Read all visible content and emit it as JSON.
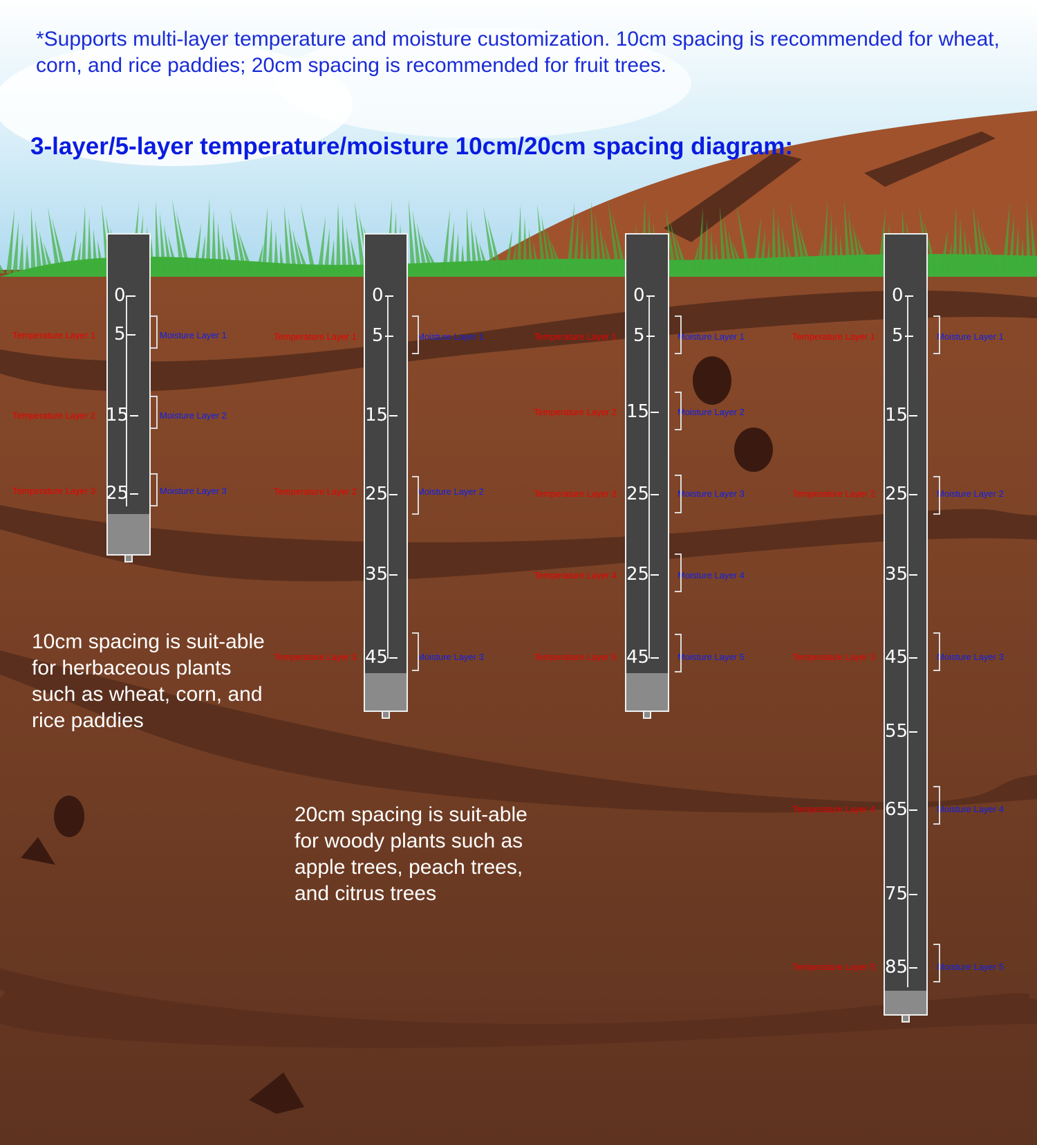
{
  "note": "*Supports multi-layer temperature and moisture customization. 10cm spacing is recommended for wheat, corn, and rice paddies; 20cm spacing is recommended for fruit trees.",
  "heading": "3-layer/5-layer temperature/moisture 10cm/20cm spacing diagram:",
  "desc_10cm": "10cm spacing is suit-able for herbaceous plants such as wheat, corn, and rice paddies",
  "desc_20cm": "20cm spacing is suit-able for woody plants such as apple trees, peach trees, and citrus trees",
  "colors": {
    "heading": "#0a1ce0",
    "note": "#1a2bd6",
    "temperature_label": "#e80000",
    "moisture_label": "#1020e8",
    "soil": "#7a4127",
    "grass": "#3fae3a"
  },
  "probes": [
    {
      "ticks": [
        "0",
        "5",
        "15",
        "25"
      ],
      "temperature_layers": [
        "Temperature Layer 1",
        "Temperature Layer 2",
        "Temperature Layer 3"
      ],
      "moisture_layers": [
        "Moisture Layer 1",
        "Moisture Layer 2",
        "Moisture Layer 3"
      ]
    },
    {
      "ticks": [
        "0",
        "5",
        "15",
        "25",
        "35",
        "45"
      ],
      "temperature_layers": [
        "Temperature Layer 1",
        "Temperature Layer 2",
        "Temperature Layer 3"
      ],
      "moisture_layers": [
        "Moisture Layer 1",
        "Moisture Layer 2",
        "Moisture Layer 3"
      ]
    },
    {
      "ticks": [
        "0",
        "5",
        "15",
        "25",
        "25",
        "45"
      ],
      "temperature_layers": [
        "Temperature Layer 1",
        "Temperature Layer 2",
        "Temperature Layer 3",
        "Temperature Layer 4",
        "Temperature Layer 5"
      ],
      "moisture_layers": [
        "Moisture Layer 1",
        "Moisture Layer 2",
        "Moisture Layer 3",
        "Moisture Layer 4",
        "Moisture Layer 5"
      ]
    },
    {
      "ticks": [
        "0",
        "5",
        "15",
        "25",
        "35",
        "45",
        "55",
        "65",
        "75",
        "85"
      ],
      "temperature_layers": [
        "Temperature Layer 1",
        "Temperature Layer 2",
        "Temperature Layer 3",
        "Temperature Layer 4",
        "Temperature Layer 5"
      ],
      "moisture_layers": [
        "Moisture Layer 1",
        "Moisture Layer 2",
        "Moisture Layer 3",
        "Moisture Layer 4",
        "Moisture Layer 5"
      ]
    }
  ]
}
